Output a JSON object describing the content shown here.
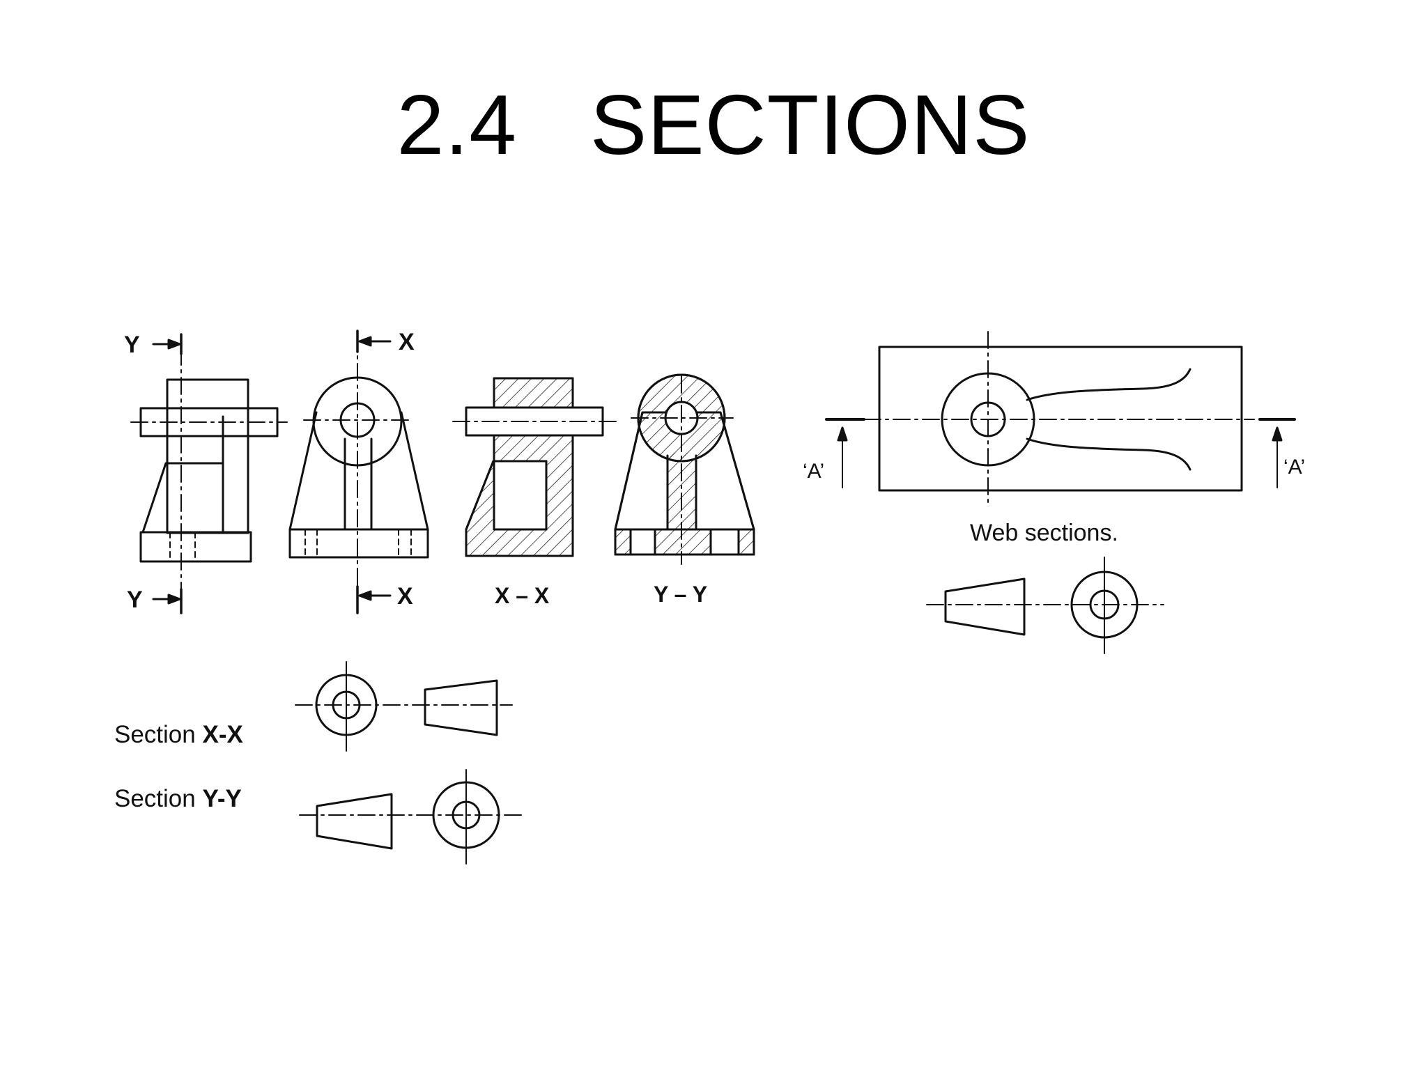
{
  "title": "2.4   SECTIONS",
  "labels": {
    "y_top": "Y",
    "y_bottom": "Y",
    "x_top": "X",
    "x_bottom": "X",
    "caption_xx": "X – X",
    "caption_yy": "Y – Y",
    "a_left": "‘A’",
    "a_right": "‘A’",
    "web_caption": "Web sections.",
    "section_xx_prefix": "Section ",
    "section_xx_bold": "X-X",
    "section_yy_prefix": "Section ",
    "section_yy_bold": "Y-Y"
  }
}
